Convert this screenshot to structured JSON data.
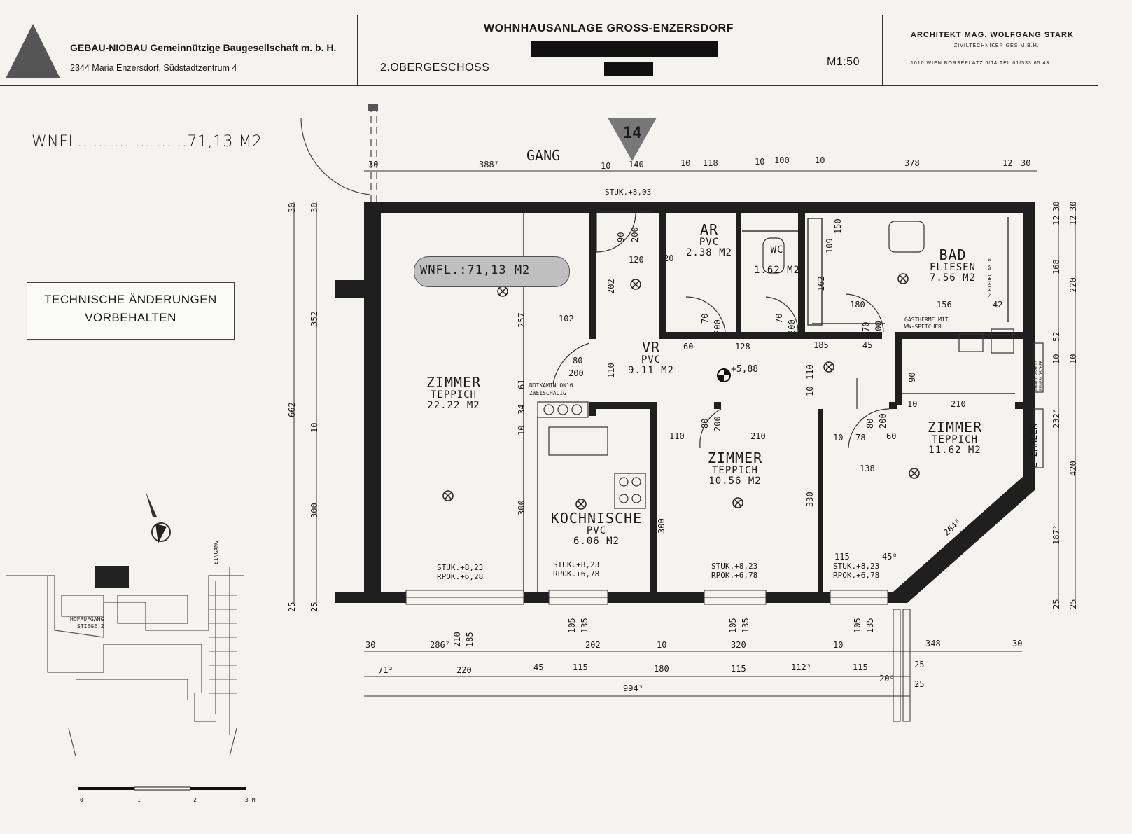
{
  "header": {
    "company_name": "GEBAU-NIOBAU Gemeinnützige Baugesellschaft m. b. H.",
    "company_address": "2344 Maria Enzersdorf, Südstadtzentrum 4",
    "project_title": "WOHNHAUSANLAGE GROSS-ENZERSDORF",
    "floor": "2.OBERGESCHOSS",
    "scale": "M1:50",
    "architect_name": "ARCHITEKT MAG. WOLFGANG STARK",
    "architect_sub": "ZIVILTECHNIKER GES.M.B.H.",
    "architect_address": "1010 WIEN  BÖRSEPLATZ 6/14  TEL 01/533 65 43"
  },
  "sidebar": {
    "wnfl": "WNFL.....................71,13 M2",
    "notice_line1": "TECHNISCHE ÄNDERUNGEN",
    "notice_line2": "VORBEHALTEN"
  },
  "plan": {
    "unit_number": "14",
    "corridor": "GANG",
    "wnfl_pill": "WNFL.:71,13 M2",
    "stuk_entry": "STUK.+8,03",
    "level_marker": "+5,88",
    "rooms": [
      {
        "name": "ZIMMER",
        "floor": "TEPPICH",
        "area": "22.22 M2"
      },
      {
        "name": "AR",
        "floor": "PVC",
        "area": "2.38 M2"
      },
      {
        "name": "WC",
        "floor": "",
        "area": "1.62 M2"
      },
      {
        "name": "BAD",
        "floor": "FLIESEN",
        "area": "7.56 M2"
      },
      {
        "name": "VR",
        "floor": "PVC",
        "area": "9.11 M2"
      },
      {
        "name": "KOCHNISCHE",
        "floor": "PVC",
        "area": "6.06 M2"
      },
      {
        "name": "ZIMMER",
        "floor": "TEPPICH",
        "area": "10.56 M2"
      },
      {
        "name": "ZIMMER",
        "floor": "TEPPICH",
        "area": "11.62 M2"
      }
    ],
    "sill_notes": [
      {
        "stuk": "STUK.+8,23",
        "rpok": "RPOK.+6,28"
      },
      {
        "stuk": "STUK.+8,23",
        "rpok": "RPOK.+6,78"
      },
      {
        "stuk": "STUK.+8,23",
        "rpok": "RPOK.+6,78"
      },
      {
        "stuk": "STUK.+8,23",
        "rpok": "RPOK.+6,78"
      }
    ],
    "labels": {
      "notkamin": "NOTKAMIN ON16",
      "zweischalig": "ZWEISCHALIG",
      "gastherme": "GASTHERME MIT",
      "ww_speicher": "WW-SPEICHER",
      "e_zaehler": "E-ZÄHLER",
      "schiedel": "SCHIEDEL AM18",
      "wandhydrant": "WANDHYDRANT+",
      "feuerloescher": "FEUERLÖSCHER"
    },
    "dims_top": [
      "30",
      "388⁷",
      "10",
      "140",
      "10",
      "118",
      "10",
      "100",
      "10",
      "378",
      "12",
      "30"
    ],
    "dims_bottom1": [
      "30",
      "286⁷",
      "210",
      "185",
      "105",
      "135",
      "202",
      "10",
      "105",
      "320",
      "135",
      "10",
      "105",
      "135",
      "348",
      "30"
    ],
    "dims_bottom2": [
      "71²",
      "220",
      "45",
      "115",
      "180",
      "115",
      "112⁵",
      "115",
      "20⁸",
      "25"
    ],
    "dims_bottom3": [
      "994⁵",
      "25"
    ],
    "dims_left": [
      "30",
      "30",
      "352",
      "662",
      "10",
      "300",
      "25",
      "25"
    ],
    "dims_right": [
      "12",
      "30",
      "12",
      "30",
      "168",
      "220",
      "52",
      "10",
      "10",
      "232⁸",
      "420",
      "187²",
      "25",
      "25"
    ],
    "dims_inner": [
      "90",
      "200",
      "120",
      "20",
      "202",
      "257",
      "102",
      "80",
      "200",
      "110",
      "61",
      "34",
      "10",
      "60",
      "128",
      "185",
      "45",
      "70",
      "200",
      "70",
      "200",
      "70",
      "200",
      "162",
      "109",
      "150",
      "180",
      "156",
      "42",
      "110",
      "10",
      "90",
      "10",
      "210",
      "80",
      "200",
      "110",
      "210",
      "10",
      "78",
      "60",
      "80",
      "200",
      "138",
      "330",
      "300",
      "300",
      "264⁸",
      "115",
      "45⁸"
    ],
    "site": {
      "eingang": "EINGANG",
      "hofaufgang": "HOFAUFGANG",
      "stiege": "STIEGE 2"
    },
    "scale_bar": [
      "0",
      "1",
      "2",
      "3 M"
    ]
  }
}
